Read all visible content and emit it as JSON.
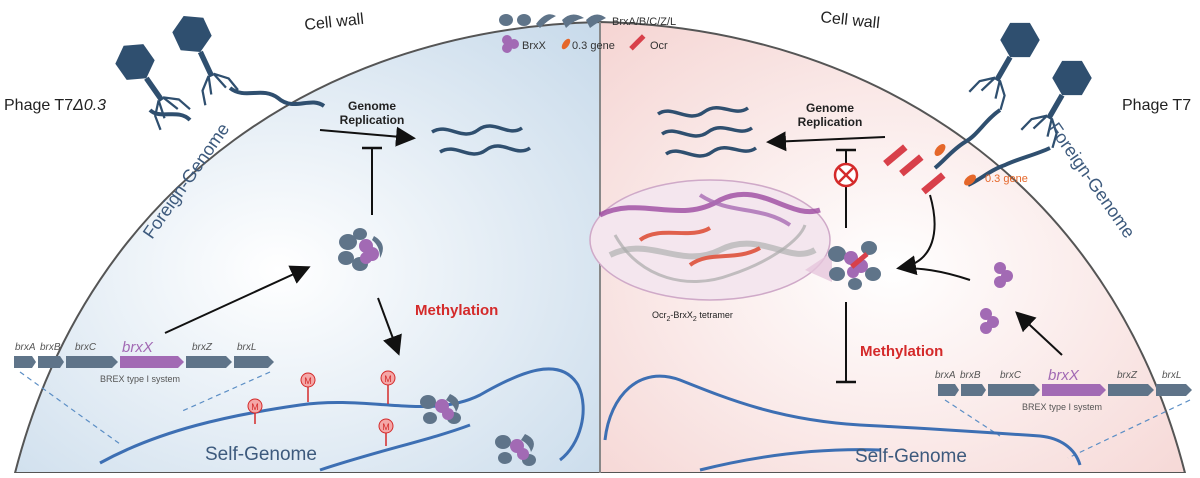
{
  "legend": {
    "brex_abczl": "BrxA/B/C/Z/L",
    "brxx": "BrxX",
    "gene03": "0.3 gene",
    "ocr": "Ocr"
  },
  "left": {
    "cell_wall": "Cell wall",
    "phage_prefix": "Phage T7",
    "phage_delta": "Δ0.3",
    "foreign_genome": "Foreign-Genome",
    "genome_replication_1": "Genome",
    "genome_replication_2": "Replication",
    "methylation": "Methylation",
    "self_genome": "Self-Genome",
    "operon_title": "BREX type I system",
    "genes": [
      "brxA",
      "brxB",
      "brxC",
      "brxX",
      "brxZ",
      "brxL"
    ],
    "mark": "M"
  },
  "right": {
    "cell_wall": "Cell wall",
    "phage": "Phage T7",
    "foreign_genome": "Foreign-Genome",
    "genome_replication_1": "Genome",
    "genome_replication_2": "Replication",
    "gene03": "0.3 gene",
    "complex_label": "Ocr",
    "complex_sub1": "2",
    "complex_mid": "-BrxX",
    "complex_sub2": "2",
    "complex_tail": " tetramer",
    "methylation": "Methylation",
    "self_genome": "Self-Genome",
    "operon_title": "BREX type I system",
    "genes": [
      "brxA",
      "brxB",
      "brxC",
      "brxX",
      "brxZ",
      "brxL"
    ]
  },
  "colors": {
    "protein_gray": "#5f7489",
    "brxx_purple": "#a26ab4",
    "ocr_red": "#d8404a",
    "gene03_orange": "#e5672a",
    "dna_blue": "#3d6fb3",
    "phage_navy": "#2f4f6f",
    "methylation_red": "#d42a2a"
  }
}
